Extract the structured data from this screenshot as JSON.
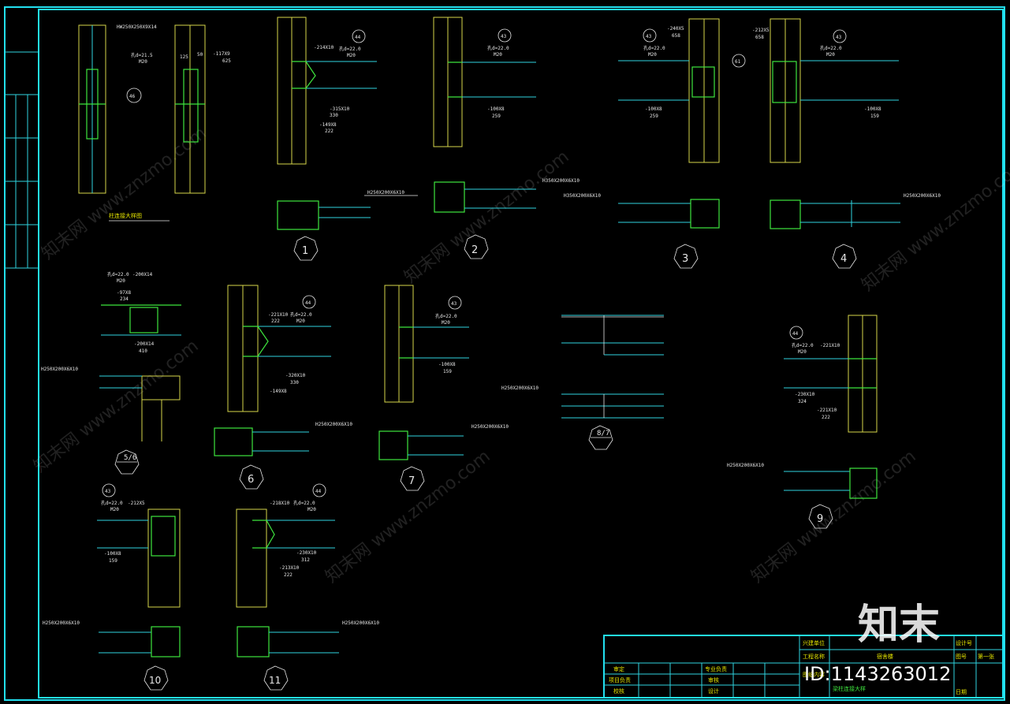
{
  "column_detail": {
    "title": "柱连接大样图",
    "section": "HW250X250X9X14",
    "bolt_hole": "孔d=21.5",
    "bolt": "M20",
    "plate": "-117X9",
    "dim_625": "625",
    "dim_125": "125",
    "dim_50": "50",
    "callout": "46"
  },
  "details": [
    {
      "id": "1",
      "callout": "44",
      "bolt_hole": "孔d=22.0",
      "bolt": "M20",
      "plate_top": "-214X10",
      "plate_mid": "-315X10",
      "plate_bot": "-149X8",
      "dim_a": "330",
      "dim_b": "222",
      "beam": "H250X200X6X10"
    },
    {
      "id": "2",
      "callout": "43",
      "bolt_hole": "孔d=22.0",
      "bolt": "M20",
      "plate": "-100X8",
      "dim": "259",
      "beam": "H350X200X6X10"
    },
    {
      "id": "3",
      "callout": "43",
      "bolt_hole": "孔d=22.0",
      "bolt": "M20",
      "plate_a": "-240X5",
      "plate_b": "-100X8",
      "dim_a": "658",
      "dim_b": "259",
      "beam": "H350X200X6X10"
    },
    {
      "id": "4",
      "callout_a": "61",
      "callout_b": "43",
      "bolt_hole": "孔d=22.0",
      "bolt": "M20",
      "plate_a": "-212X5",
      "plate_b": "-100X8",
      "dim_a": "658",
      "dim_b": "159",
      "beam": "H250X200X6X10"
    },
    {
      "id": "5/6",
      "bolt_hole": "孔d=22.0",
      "bolt": "M20",
      "plate_a": "-97X8",
      "plate_b": "-200X14",
      "plate_c": "-200X14",
      "dim_a": "234",
      "dim_b": "410",
      "beam": "H250X200X6X10"
    },
    {
      "id": "6",
      "callout": "44",
      "bolt_hole": "孔d=22.0",
      "bolt": "M20",
      "plate_a": "-221X10",
      "plate_b": "-320X10",
      "plate_c": "-149X8",
      "dim_a": "222",
      "dim_b": "330",
      "beam": "H250X200X6X10"
    },
    {
      "id": "7",
      "callout": "43",
      "bolt_hole": "孔d=22.0",
      "bolt": "M20",
      "plate": "-100X8",
      "dim": "159",
      "beam": "H250X200X6X10"
    },
    {
      "id": "8/7",
      "beam": "H250X200X6X10"
    },
    {
      "id": "9",
      "callout": "44",
      "bolt_hole": "孔d=22.0",
      "bolt": "M20",
      "plate_a": "-221X10",
      "plate_b": "-230X10",
      "plate_c": "-221X10",
      "dim_a": "324",
      "dim_b": "222",
      "beam": "H250X200X6X10"
    },
    {
      "id": "10",
      "callout": "43",
      "bolt_hole": "孔d=22.0",
      "bolt": "M20",
      "plate_a": "-212X5",
      "plate_b": "-100X8",
      "dim": "159",
      "beam": "H250X200X6X10"
    },
    {
      "id": "11",
      "callout": "44",
      "bolt_hole": "孔d=22.0",
      "bolt": "M20",
      "plate_a": "-218X10",
      "plate_b": "-230X10",
      "plate_c": "-213X10",
      "dim_a": "222",
      "dim_b": "312",
      "beam": "H250X200X6X10"
    }
  ],
  "title_block": {
    "label_unit": "兴建单位",
    "label_project": "工程名称",
    "project_value": "宿舍楼",
    "label_drawing": "图纸内容",
    "drawing_value": "梁柱连接大样",
    "label_design_no": "设计号",
    "label_sheet_no": "图号",
    "sheet_value": "第一张",
    "label_date": "日期",
    "row_approve": "审定",
    "row_manager": "项目负责",
    "row_check": "校核",
    "row_major": "专业负责",
    "row_review": "审核",
    "row_design": "设计"
  },
  "watermarks": [
    "知末网 www.znzmo.com"
  ],
  "logo_text": "知末",
  "id_text": "ID:1143263012",
  "colors": {
    "frame": "#22e0f0",
    "column": "#d6d64a",
    "beam": "#2fd3e0",
    "weld": "#3ee63e",
    "bolt": "#ff3030"
  }
}
